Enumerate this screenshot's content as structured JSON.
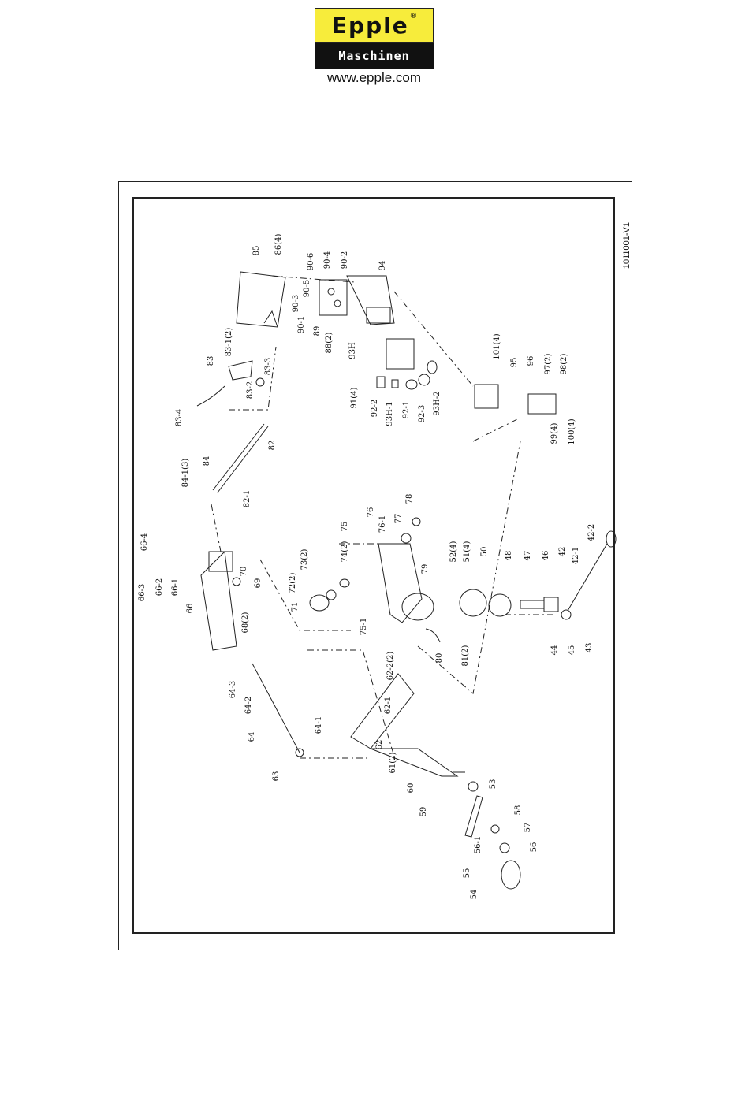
{
  "brand": {
    "name": "Epple",
    "registered": "®",
    "subtitle": "Maschinen",
    "url": "www.epple.com",
    "colors": {
      "yellow": "#f7ec3b",
      "black": "#111111"
    }
  },
  "drawing": {
    "version": "1011001-V1",
    "part_labels": [
      "85",
      "86(4)",
      "90-6",
      "90-4",
      "90-2",
      "90-5",
      "90-3",
      "90-1",
      "89",
      "88(2)",
      "94",
      "83-1(2)",
      "83",
      "83-3",
      "83-2",
      "83-4",
      "93H",
      "91(4)",
      "92-2",
      "93H-1",
      "92-1",
      "92-3",
      "93H-2",
      "101(4)",
      "95",
      "96",
      "97(2)",
      "98(2)",
      "99(4)",
      "100(4)",
      "84-1(3)",
      "84",
      "82",
      "82-1",
      "66-4",
      "66-3",
      "66-2",
      "66-1",
      "66",
      "70",
      "69",
      "68(2)",
      "76",
      "76-1",
      "75",
      "78",
      "77",
      "74(2)",
      "73(2)",
      "72(2)",
      "71",
      "79",
      "75-1",
      "52(4)",
      "51(4)",
      "50",
      "48",
      "47",
      "46",
      "42",
      "42-1",
      "42-2",
      "44",
      "45",
      "43",
      "80",
      "81(2)",
      "64-3",
      "64-2",
      "64",
      "64-1",
      "63",
      "62-2(2)",
      "62-1",
      "62",
      "61(2)",
      "60",
      "53",
      "59",
      "58",
      "57",
      "56",
      "56-1",
      "55",
      "54"
    ]
  }
}
